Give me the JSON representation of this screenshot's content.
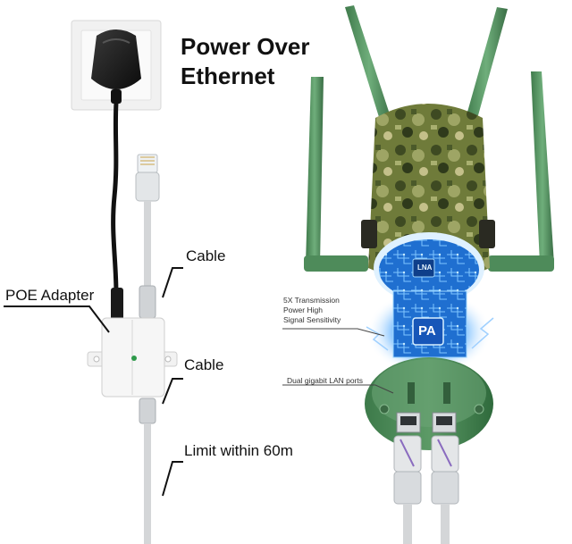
{
  "headline": {
    "line1": "Power Over",
    "line2": "Ethernet"
  },
  "labels": {
    "poe_adapter": "POE Adapter",
    "cable_top": "Cable",
    "cable_bottom": "Cable",
    "limit": "Limit within 60m"
  },
  "callouts": {
    "transmission_line1": "5X Transmission",
    "transmission_line2": "Power High",
    "transmission_line3": "Signal Sensitivity",
    "lan_ports": "Dual gigabit LAN ports"
  },
  "chips": {
    "lna": "LNA",
    "pa": "PA"
  },
  "colors": {
    "antenna_green": "#4e8b5a",
    "camo_base": "#6f7b3a",
    "circuit_blue": "#1f6fd0",
    "cable_gray": "#d4d6d8",
    "adapter_white": "#f4f4f4"
  }
}
